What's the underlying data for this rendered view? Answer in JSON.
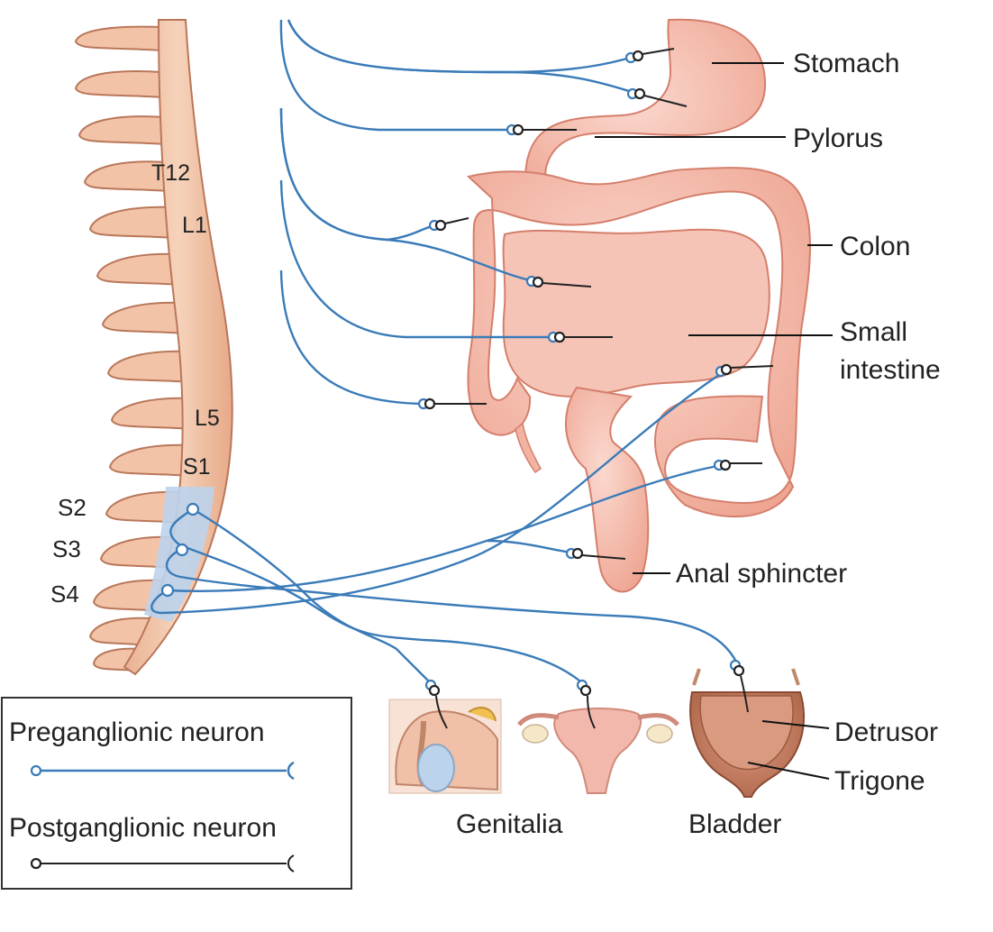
{
  "spine_labels": {
    "t12": "T12",
    "l1": "L1",
    "l5": "L5",
    "s1": "S1",
    "s2": "S2",
    "s3": "S3",
    "s4": "S4"
  },
  "organ_labels": {
    "stomach": "Stomach",
    "pylorus": "Pylorus",
    "colon": "Colon",
    "small_intestine_line1": "Small",
    "small_intestine_line2": "intestine",
    "anal_sphincter": "Anal sphincter",
    "detrusor": "Detrusor",
    "trigone": "Trigone",
    "genitalia": "Genitalia",
    "bladder": "Bladder"
  },
  "legend": {
    "preganglionic": "Preganglionic neuron",
    "postganglionic": "Postganglionic neuron"
  },
  "colors": {
    "preganglionic": "#3a7bb8",
    "postganglionic": "#222222",
    "organ": "#f2b7a8",
    "spine": "#f0c4a8",
    "sacral_highlight": "#bcd3ec"
  }
}
